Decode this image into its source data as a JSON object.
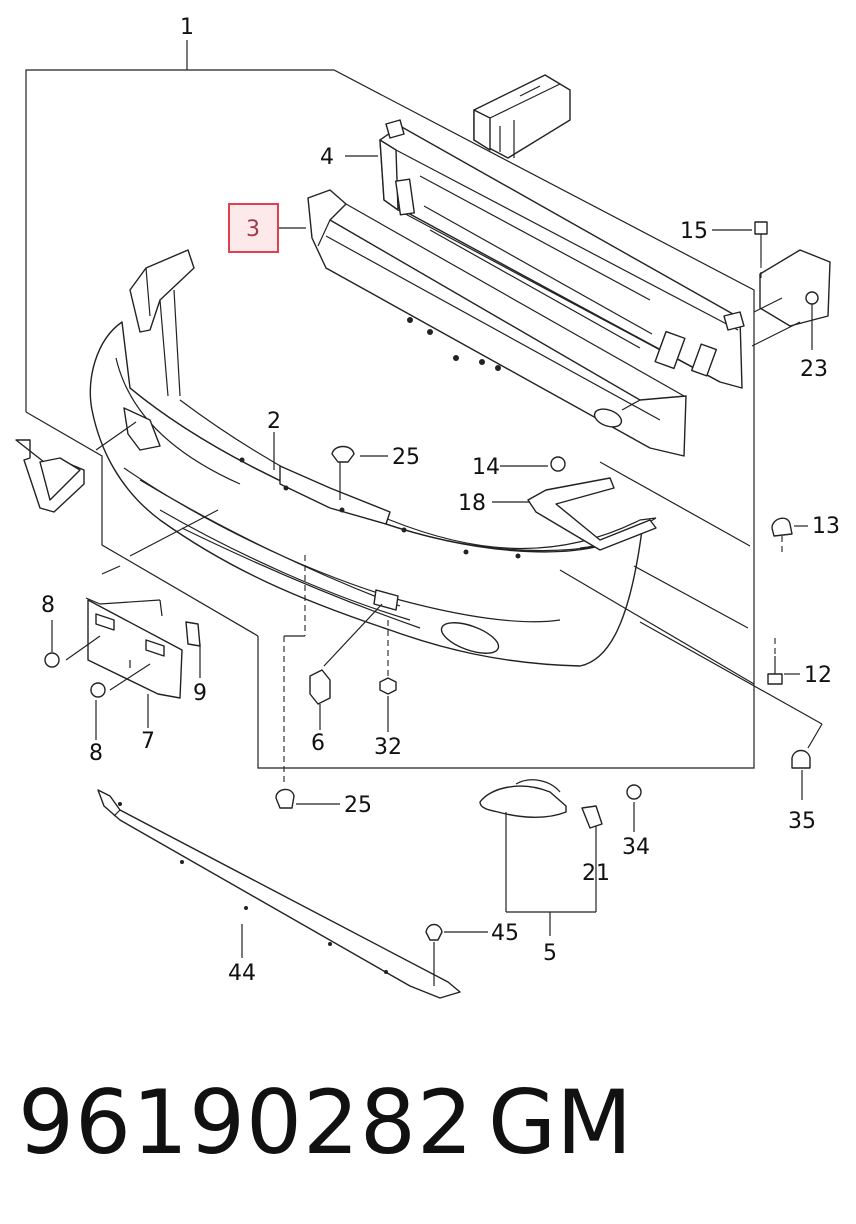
{
  "diagram": {
    "highlight": {
      "label": "3",
      "color": "#e04050",
      "fill": "#fde8ea"
    },
    "callouts": [
      {
        "id": "1",
        "label": "1"
      },
      {
        "id": "2",
        "label": "2"
      },
      {
        "id": "4",
        "label": "4"
      },
      {
        "id": "5",
        "label": "5"
      },
      {
        "id": "6",
        "label": "6"
      },
      {
        "id": "7",
        "label": "7"
      },
      {
        "id": "8a",
        "label": "8"
      },
      {
        "id": "8b",
        "label": "8"
      },
      {
        "id": "9",
        "label": "9"
      },
      {
        "id": "12",
        "label": "12"
      },
      {
        "id": "13",
        "label": "13"
      },
      {
        "id": "14",
        "label": "14"
      },
      {
        "id": "15",
        "label": "15"
      },
      {
        "id": "18",
        "label": "18"
      },
      {
        "id": "21",
        "label": "21"
      },
      {
        "id": "23",
        "label": "23"
      },
      {
        "id": "25a",
        "label": "25"
      },
      {
        "id": "25b",
        "label": "25"
      },
      {
        "id": "32",
        "label": "32"
      },
      {
        "id": "34",
        "label": "34"
      },
      {
        "id": "35",
        "label": "35"
      },
      {
        "id": "44",
        "label": "44"
      },
      {
        "id": "45",
        "label": "45"
      }
    ]
  },
  "footer": {
    "part_number": "96190282",
    "brand": "GM"
  }
}
